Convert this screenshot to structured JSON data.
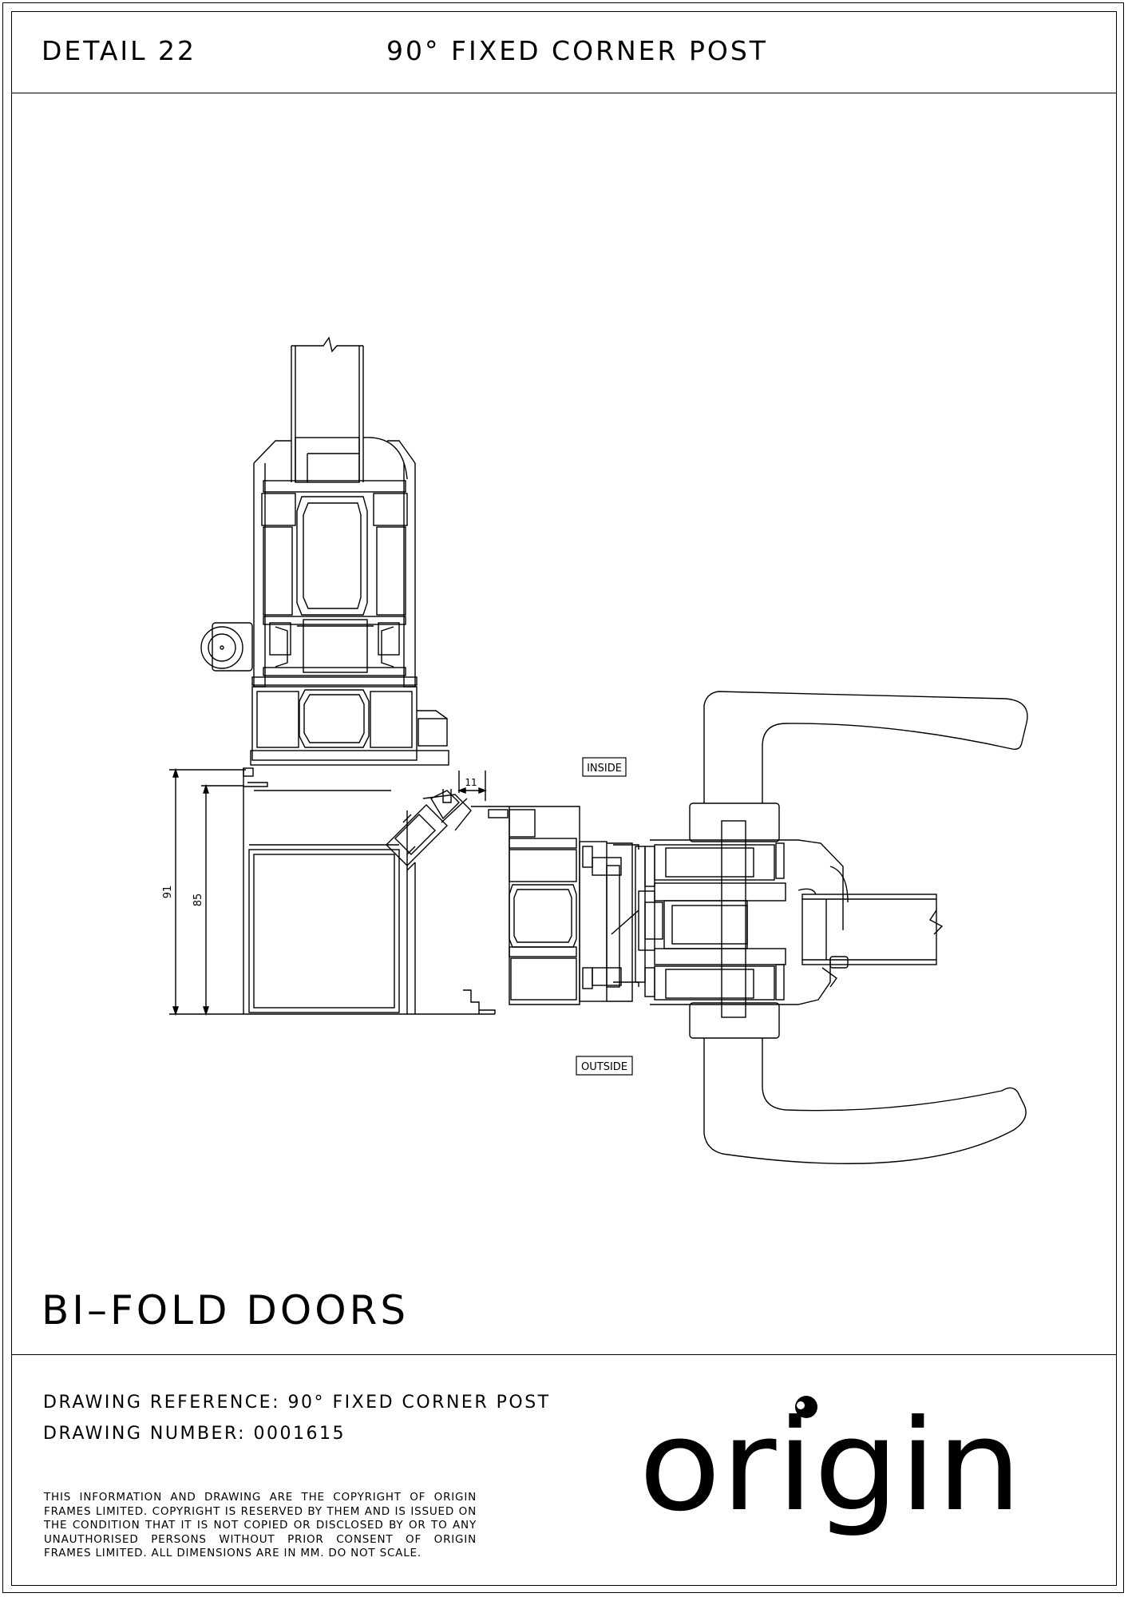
{
  "header": {
    "detail": "DETAIL 22",
    "title": "90° FIXED CORNER POST"
  },
  "drawing": {
    "label_inside": "INSIDE",
    "label_outside": "OUTSIDE",
    "dim_91": "91",
    "dim_85": "85",
    "dim_11": "11"
  },
  "product": "BI–FOLD DOORS",
  "footer": {
    "reference": "DRAWING REFERENCE: 90° FIXED CORNER POST",
    "number": "DRAWING NUMBER: 0001615",
    "copyright": "THIS INFORMATION AND DRAWING ARE THE COPYRIGHT OF ORIGIN FRAMES LIMITED. COPYRIGHT IS RESERVED BY THEM AND IS ISSUED ON THE CONDITION THAT IT IS NOT COPIED OR DISCLOSED BY OR TO ANY UNAUTHORISED PERSONS WITHOUT PRIOR CONSENT OF ORIGIN FRAMES LIMITED. ALL DIMENSIONS ARE IN MM. DO NOT SCALE."
  },
  "logo": {
    "text": "origin"
  }
}
